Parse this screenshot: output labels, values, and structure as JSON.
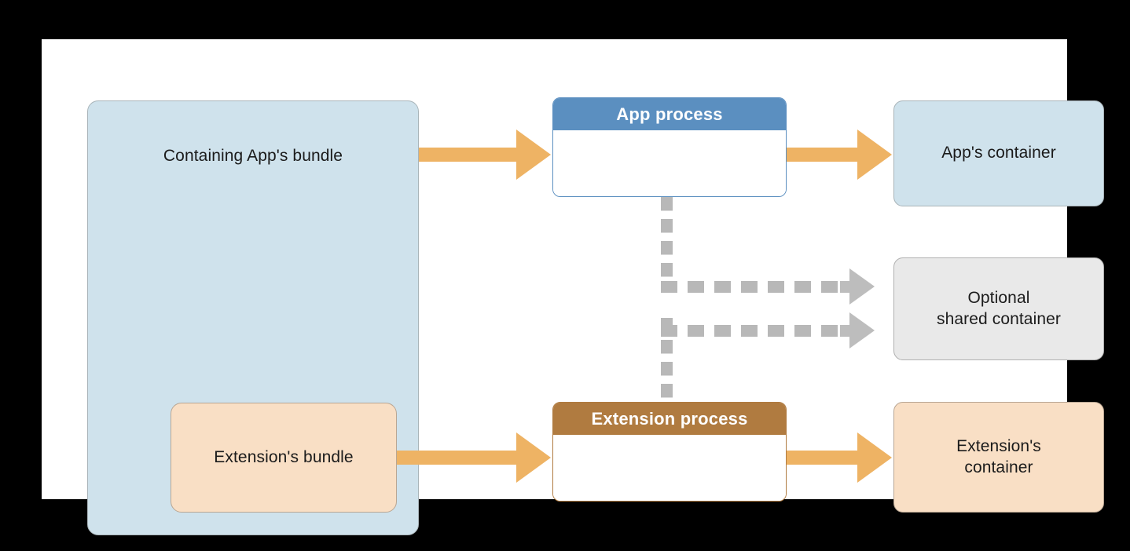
{
  "diagram": {
    "title": "App extension container diagram",
    "colors": {
      "canvas": "#ffffff",
      "backdrop": "#000000",
      "blue_fill": "#cfe2ec",
      "peach_fill": "#f9dfc5",
      "gray_fill": "#e9e9e9",
      "app_header": "#5b8fc0",
      "extension_header": "#b07b40",
      "orange_arrow": "#eeb364",
      "dashed_arrow": "#bdbdbd"
    },
    "boxes": {
      "containing_app_bundle": "Containing App's bundle",
      "extension_bundle": "Extension's bundle",
      "app_process": "App process",
      "extension_process": "Extension process",
      "app_container": "App's container",
      "optional_shared_container_line1": "Optional",
      "optional_shared_container_line2": "shared container",
      "extension_container_line1": "Extension's",
      "extension_container_line2": "container"
    },
    "connectors": {
      "app_bundle_to_app_process": "solid-orange-arrow",
      "app_process_to_app_container": "solid-orange-arrow",
      "extension_bundle_to_extension_process": "solid-orange-arrow",
      "extension_process_to_extension_container": "solid-orange-arrow",
      "app_process_to_shared_container": "dashed-gray-arrow",
      "extension_process_to_shared_container": "dashed-gray-arrow"
    }
  }
}
